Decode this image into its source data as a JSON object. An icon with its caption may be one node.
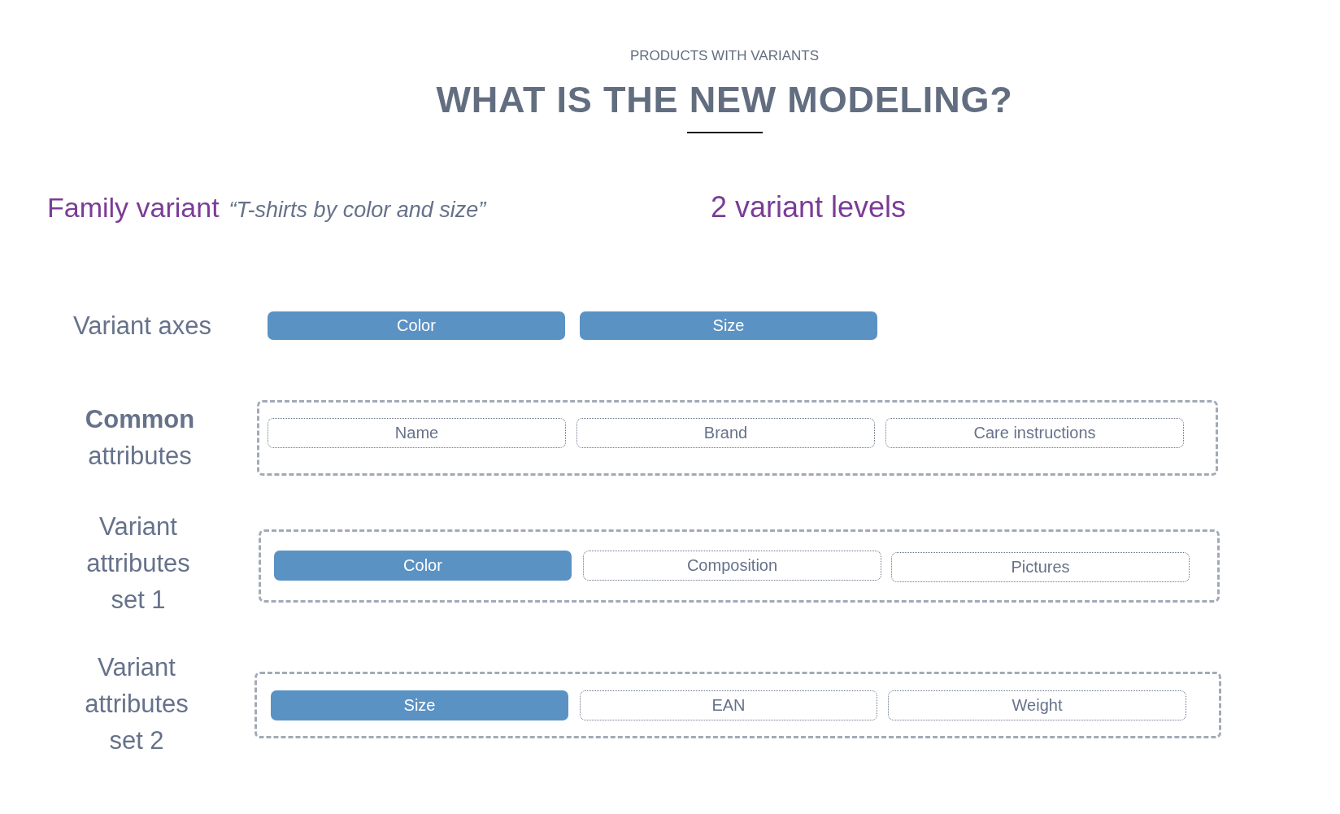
{
  "diagram": {
    "title": "WHAT IS THE NEW MODELING?",
    "nodes": [
      {
        "text": [
          "Color"
        ]
      },
      {
        "text": [
          "Size"
        ]
      },
      {
        "text": [],
        "shape": "box"
      },
      {
        "text": [
          "Name"
        ],
        "in": 2
      },
      {
        "text": [
          "Brand"
        ],
        "in": 2
      },
      {
        "text": [
          "Care instructions"
        ],
        "in": 2
      },
      {
        "text": [],
        "shape": "box"
      },
      {
        "text": [
          "Color"
        ],
        "in": 6
      },
      {
        "text": [
          "Composition"
        ],
        "in": 6
      },
      {
        "text": [
          "Pictures"
        ],
        "in": 6
      },
      {
        "text": [],
        "shape": "box"
      },
      {
        "text": [
          "Size"
        ],
        "in": 10
      },
      {
        "text": [
          "EAN"
        ],
        "in": 10
      },
      {
        "text": [
          "Weight"
        ],
        "in": 10
      }
    ],
    "labels": [
      "PRODUCTS WITH VARIANTS",
      "Family variant",
      "“T-shirts by color and size”",
      "2 variant levels",
      "Variant axes",
      "**Common** attributes",
      "Variant attributes set 1",
      "Variant attributes set 2"
    ]
  }
}
